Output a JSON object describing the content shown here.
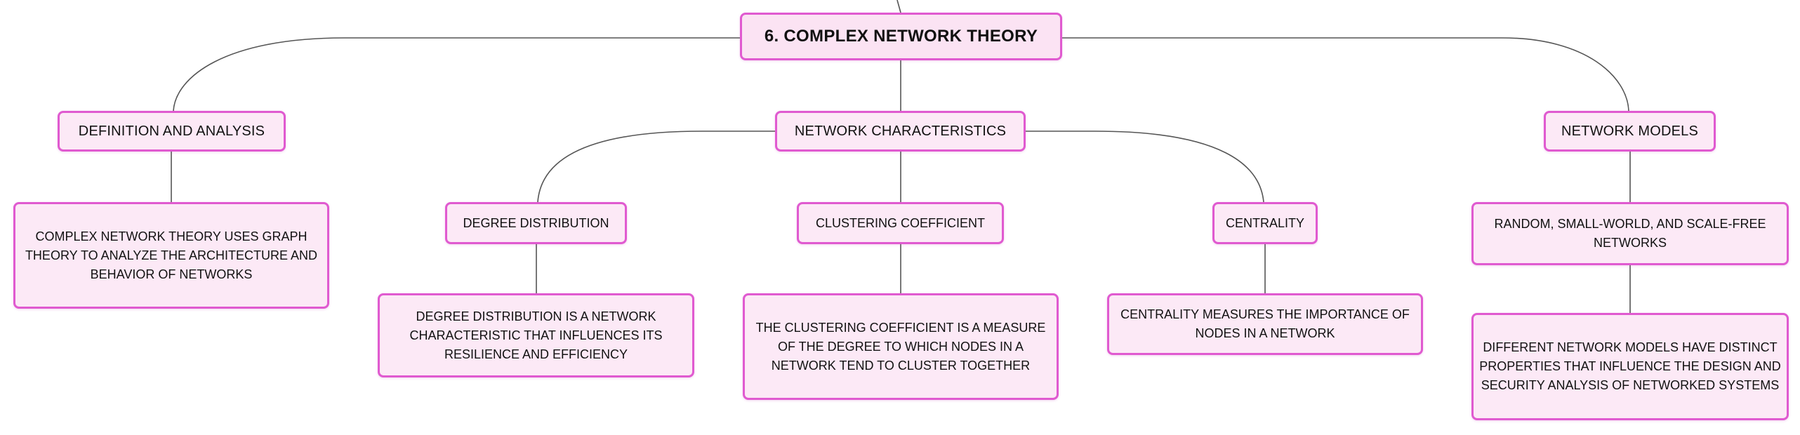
{
  "diagram": {
    "root": {
      "label": "6. COMPLEX NETWORK THEORY"
    },
    "definition_and_analysis": {
      "label": "DEFINITION AND ANALYSIS",
      "detail": "COMPLEX NETWORK THEORY USES GRAPH THEORY TO ANALYZE THE ARCHITECTURE AND BEHAVIOR OF NETWORKS"
    },
    "network_characteristics": {
      "label": "NETWORK CHARACTERISTICS",
      "degree_distribution": {
        "label": "DEGREE DISTRIBUTION",
        "detail": "DEGREE DISTRIBUTION IS A NETWORK CHARACTERISTIC THAT INFLUENCES ITS RESILIENCE AND EFFICIENCY"
      },
      "clustering_coefficient": {
        "label": "CLUSTERING COEFFICIENT",
        "detail": "THE CLUSTERING COEFFICIENT IS A MEASURE OF THE DEGREE TO WHICH NODES IN A NETWORK TEND TO CLUSTER TOGETHER"
      },
      "centrality": {
        "label": "CENTRALITY",
        "detail": "CENTRALITY MEASURES THE IMPORTANCE OF NODES IN A NETWORK"
      }
    },
    "network_models": {
      "label": "NETWORK MODELS",
      "types": "RANDOM, SMALL-WORLD, AND SCALE-FREE NETWORKS",
      "detail": "DIFFERENT NETWORK MODELS HAVE DISTINCT PROPERTIES THAT INFLUENCE THE DESIGN AND SECURITY ANALYSIS OF NETWORKED SYSTEMS"
    }
  },
  "colors": {
    "node_fill": "#fce9f6",
    "node_border": "#e05ad0",
    "connector": "#555555"
  }
}
